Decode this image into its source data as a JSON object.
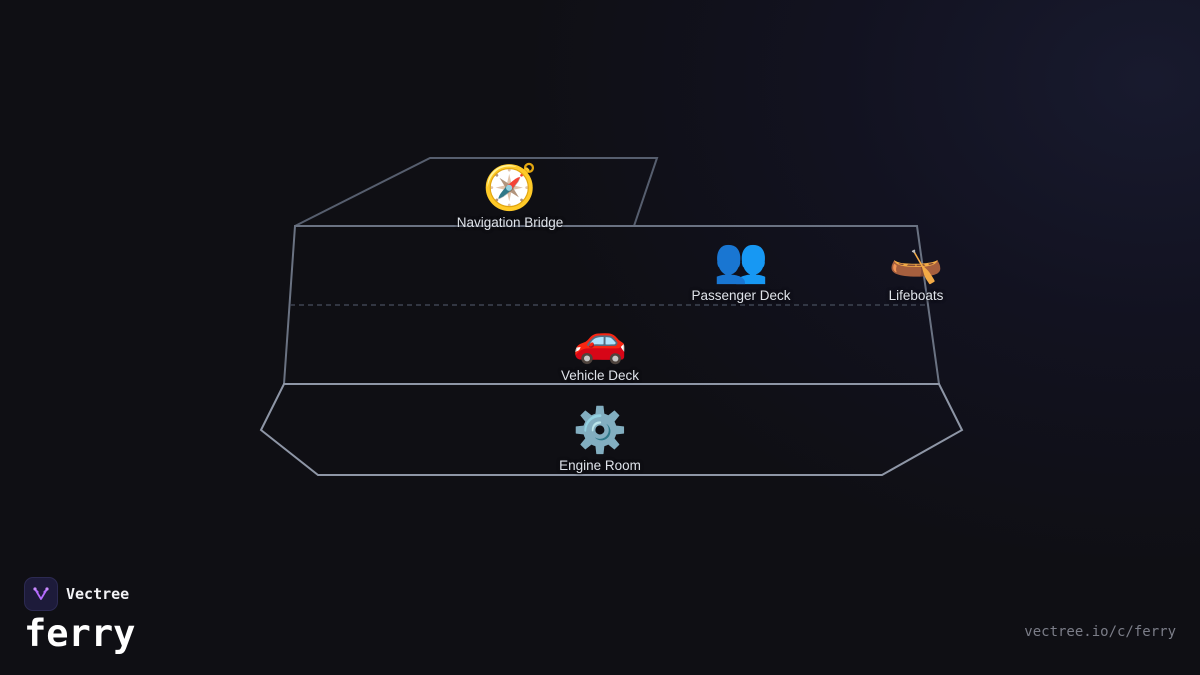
{
  "diagram": {
    "sections": [
      {
        "id": "navigation-bridge",
        "icon": "🧭",
        "icon_name": "compass-icon",
        "label": "Navigation Bridge"
      },
      {
        "id": "passenger-deck",
        "icon": "👥",
        "icon_name": "people-icon",
        "label": "Passenger Deck"
      },
      {
        "id": "lifeboats",
        "icon": "🛶",
        "icon_name": "canoe-icon",
        "label": "Lifeboats"
      },
      {
        "id": "vehicle-deck",
        "icon": "🚗",
        "icon_name": "car-icon",
        "label": "Vehicle Deck"
      },
      {
        "id": "engine-room",
        "icon": "⚙️",
        "icon_name": "gear-icon",
        "label": "Engine Room"
      }
    ],
    "colors": {
      "outline_upper": "#565e6e",
      "outline_lower": "#8e96a6",
      "divider": "#3e4452",
      "label_text": "#dfe3ea",
      "background": "#0f0f14",
      "brand_accent": "#b46bff"
    }
  },
  "brand": {
    "logo_icon": "vectree-logo-icon",
    "name": "Vectree",
    "title": "ferry"
  },
  "footer": {
    "url": "vectree.io/c/ferry"
  }
}
